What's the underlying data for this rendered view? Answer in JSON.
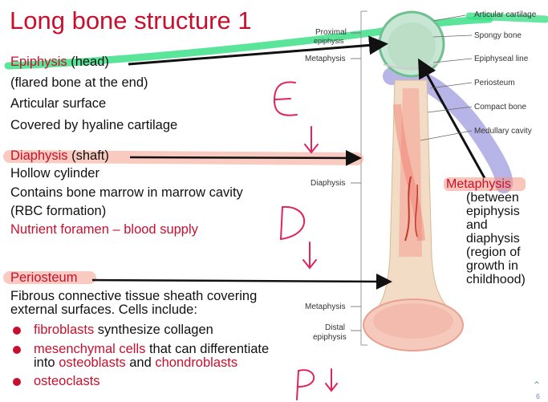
{
  "title": "Long bone structure 1",
  "left_text": {
    "epiphysis_term": "Epiphysis",
    "epiphysis_rest": " (head)",
    "epiphysis_1": "(flared bone at the end)",
    "epiphysis_2": "Articular surface",
    "epiphysis_3": "Covered by hyaline cartilage",
    "diaphysis_term": "Diaphysis",
    "diaphysis_rest": " (shaft)",
    "diaphysis_1": "Hollow cylinder",
    "diaphysis_2": "Contains bone marrow in marrow cavity",
    "diaphysis_3": "(RBC formation)",
    "diaphysis_4": "Nutrient foramen – blood supply",
    "periosteum_term": "Periosteum",
    "periosteum_1": "Fibrous connective tissue sheath covering",
    "periosteum_2": "external surfaces. Cells include:",
    "bullet_1_red": "fibroblasts",
    "bullet_1_rest": " synthesize collagen",
    "bullet_2_red": "mesenchymal cells",
    "bullet_2_rest": " that can differentiate",
    "bullet_2_line2_a": "into ",
    "bullet_2_line2_b": "osteoblasts",
    "bullet_2_line2_c": " and ",
    "bullet_2_line2_d": "chondroblasts",
    "bullet_3_red": "osteoclasts"
  },
  "diagram_labels": {
    "proximal": "Proximal",
    "epiphysis_small": "epiphysis",
    "metaphysis_top": "Metaphysis",
    "diaphysis": "Diaphysis",
    "metaphysis_bottom": "Metaphysis",
    "distal": "Distal",
    "distal_epiphysis": "epiphysis",
    "articular_cartilage": "Articular cartilage",
    "spongy_bone": "Spongy bone",
    "epiphyseal_line": "Epiphyseal line",
    "periosteum": "Periosteum",
    "compact_bone": "Compact bone",
    "medullary_cavity": "Medullary cavity"
  },
  "metaphysis_note": {
    "head": "Metaphysis",
    "lines": [
      "(between",
      "epiphysis",
      "and",
      "diaphysis",
      "(region of",
      "growth in",
      "childhood)"
    ]
  },
  "page_number": "6",
  "colors": {
    "title_red": "#c8102e",
    "highlight_green": "#3ee08a",
    "highlight_purple": "#7b78d6",
    "highlight_pink": "#f4a08c",
    "ink_red": "#e0245e"
  }
}
